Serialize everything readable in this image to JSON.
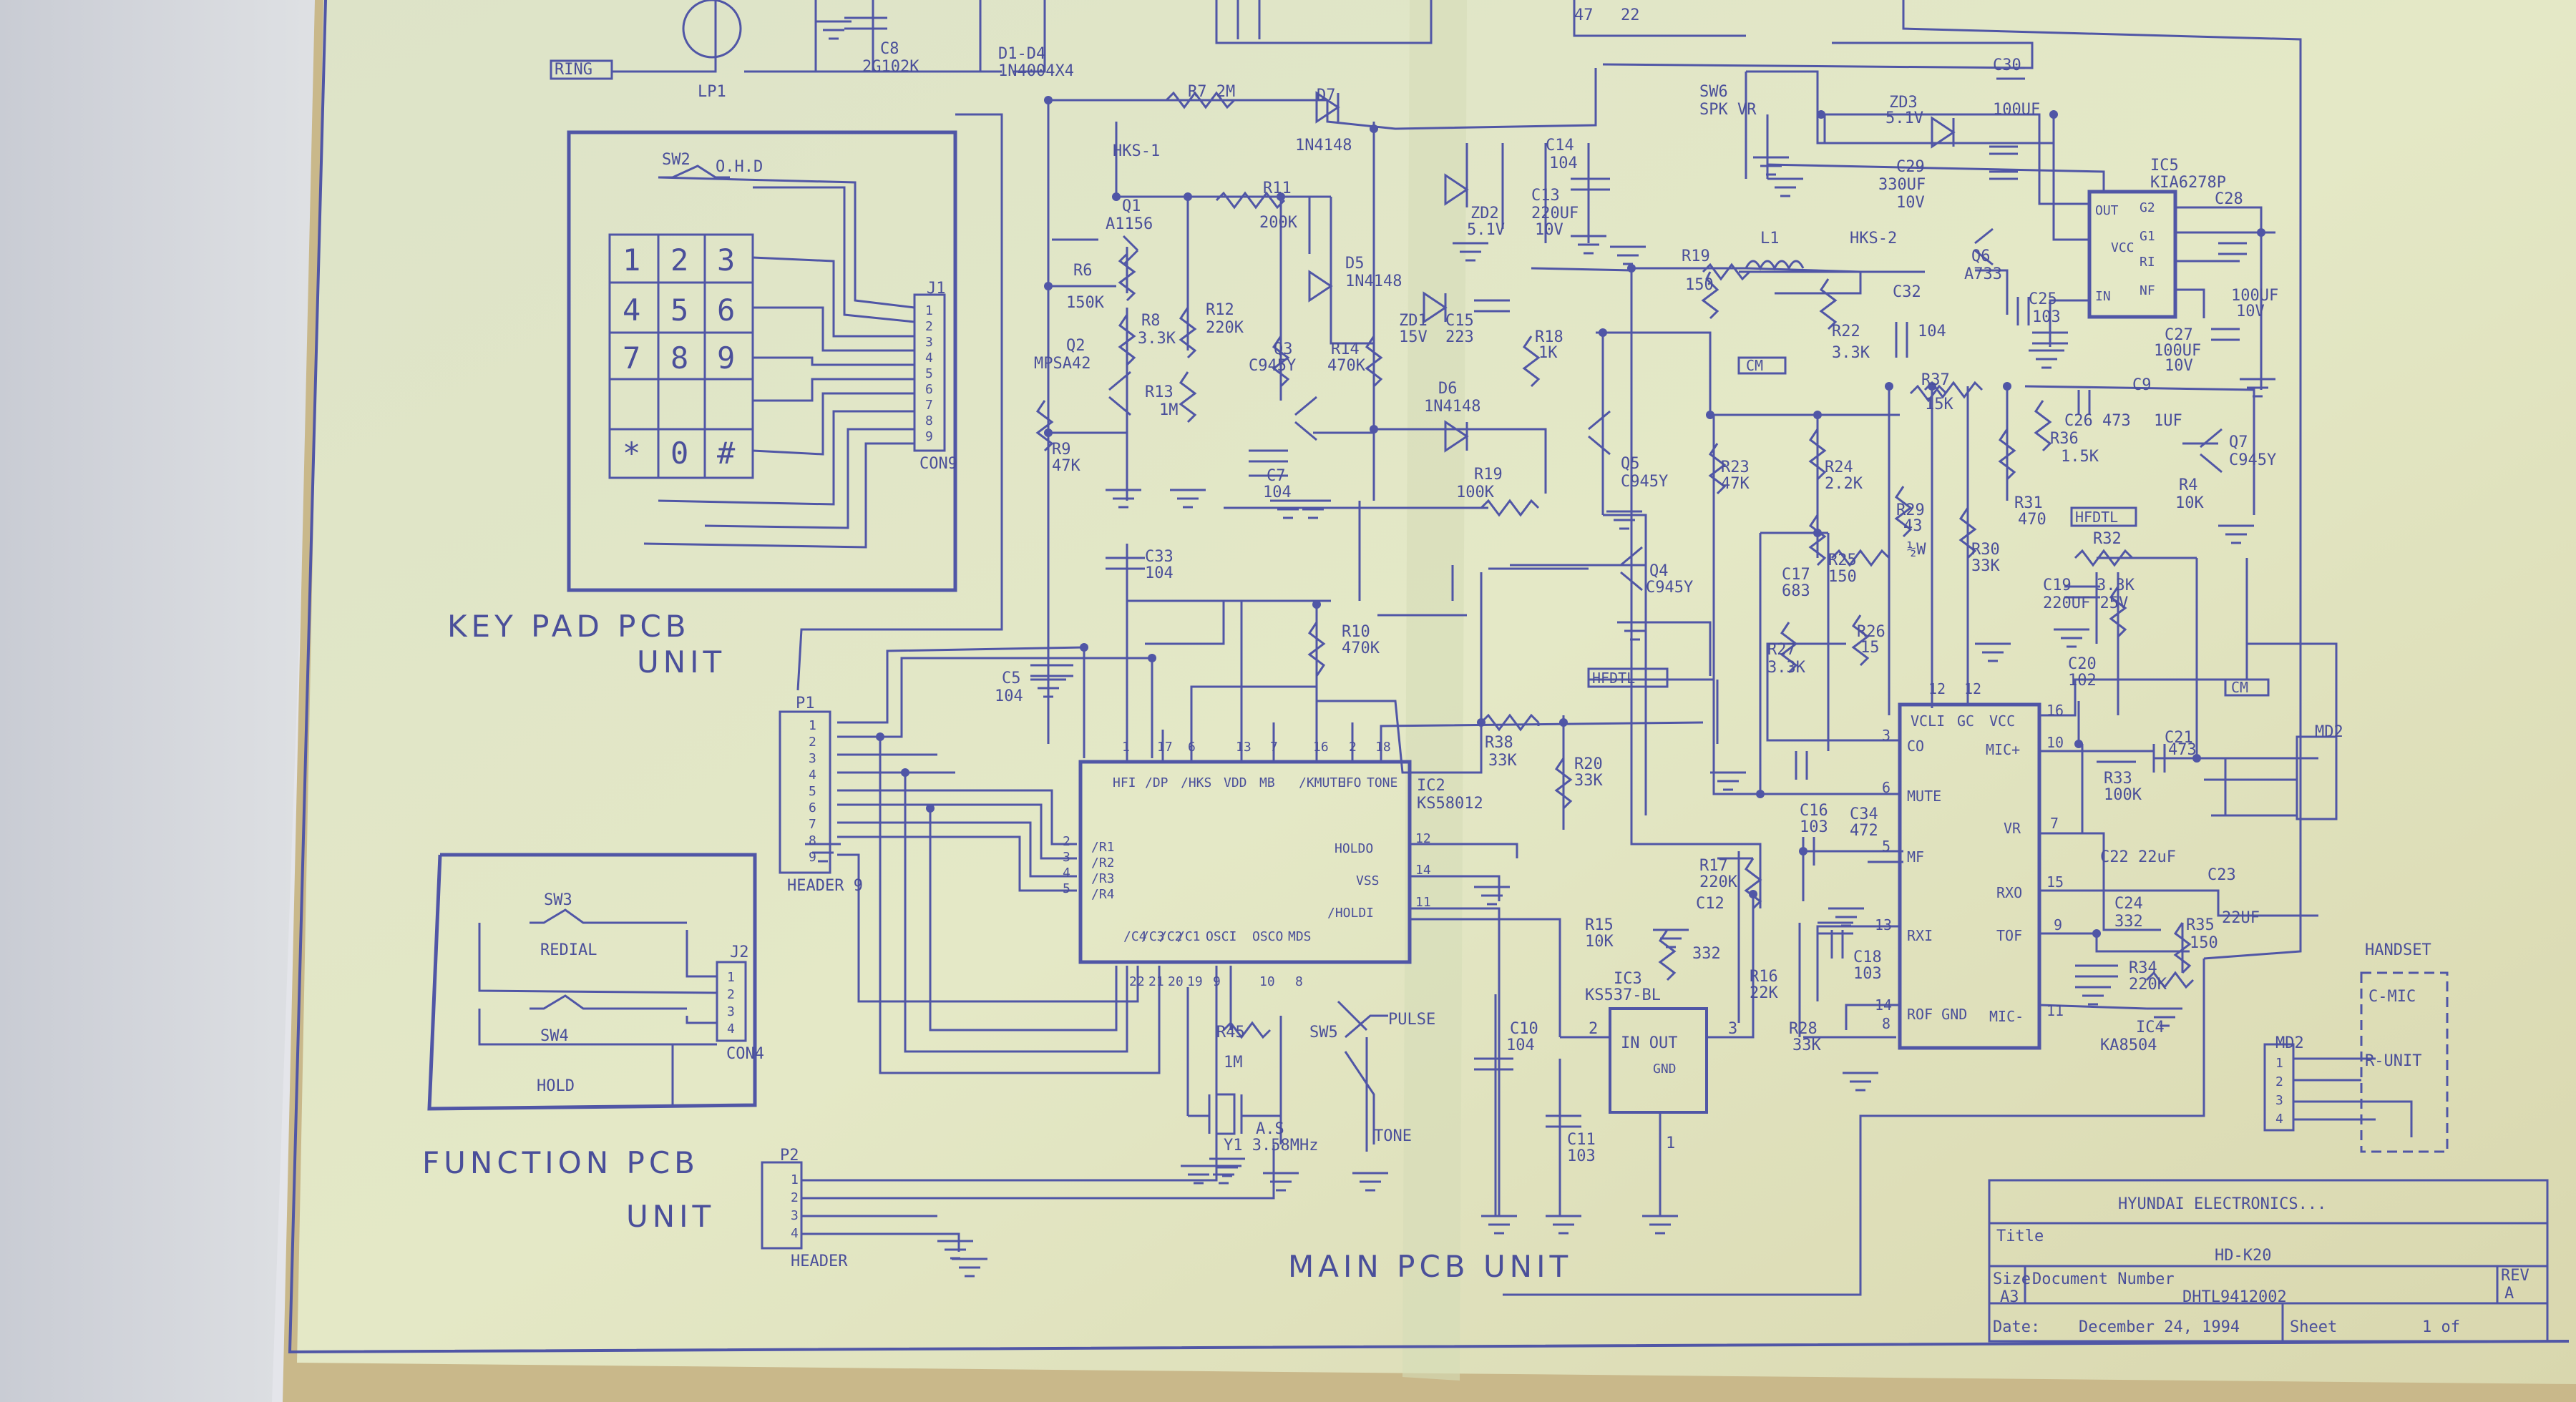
{
  "keypad": {
    "title_line1": "KEY PAD PCB",
    "title_line2": "UNIT",
    "sw_label": "SW2",
    "ohd_label": "O.H.D",
    "connector_label": "J1",
    "connector2_label": "CON9",
    "keys": [
      "1",
      "2",
      "3",
      "4",
      "5",
      "6",
      "7",
      "8",
      "9",
      "*",
      "0",
      "#"
    ],
    "pins": [
      "1",
      "2",
      "3",
      "4",
      "5",
      "6",
      "7",
      "8",
      "9"
    ]
  },
  "function_unit": {
    "title_line1": "FUNCTION PCB",
    "title_line2": "UNIT",
    "sw3_label": "SW3",
    "redial_label": "REDIAL",
    "sw4_label": "SW4",
    "hold_label": "HOLD",
    "connector_label": "J2",
    "connector2_label": "CON4",
    "pins": [
      "1",
      "2",
      "3",
      "4"
    ]
  },
  "main_unit": {
    "title": "MAIN PCB UNIT",
    "header_p1": "P1",
    "header_p1_label": "HEADER 9",
    "header_p2": "P2",
    "header_p2_label": "HEADER",
    "p1_pins": [
      "1",
      "2",
      "3",
      "4",
      "5",
      "6",
      "7",
      "8",
      "9"
    ],
    "p2_pins": [
      "1",
      "2",
      "3",
      "4"
    ]
  },
  "top_labels": {
    "ring": "RING",
    "lp1": "LP1",
    "c8": "C8",
    "c8_val": "2G102K",
    "d1d4": "D1-D4",
    "d1d4_val": "1N4004X4",
    "top_47": "47",
    "top_22": "22"
  },
  "components": {
    "r7": "R7 2M",
    "d7": "D7",
    "d7_val": "1N4148",
    "hks1": "HKS-1",
    "q1": "Q1",
    "q1_val": "A1156",
    "r11": "R11",
    "r11_val": "200K",
    "r6": "R6",
    "r6_val": "150K",
    "r8": "R8",
    "r8_val": "3.3K",
    "r12": "R12",
    "r12_val": "220K",
    "q2": "Q2",
    "q2_val": "MPSA42",
    "r13": "R13",
    "r13_val": "1M",
    "q3": "Q3",
    "q3_val": "C945Y",
    "r14": "R14",
    "r14_val": "470K",
    "r9": "R9",
    "r9_val": "47K",
    "c7": "C7",
    "c7_val": "104",
    "c33": "C33",
    "c33_val": "104",
    "d5": "D5",
    "d5_val": "1N4148",
    "zd1": "ZD1",
    "zd1_val": "15V",
    "c15": "C15",
    "c15_val": "223",
    "r18": "R18",
    "r18_val": "1K",
    "d6": "D6",
    "d6_val": "1N4148",
    "zd2": "ZD2",
    "zd2_val": "5.1V",
    "c13": "C13",
    "c13_val": "220UF",
    "c13_v": "10V",
    "c14": "C14",
    "c14_val": "104",
    "r19a": "R19",
    "r19a_val": "100K",
    "r10": "R10",
    "r10_val": "470K",
    "c5": "C5",
    "c5_val": "104",
    "sw6": "SW6",
    "sw6_val": "SPK VR",
    "c30": "C30",
    "c30_val": "100UF",
    "zd3": "ZD3",
    "zd3_val": "5.1V",
    "c29": "C29",
    "c29_val": "330UF",
    "c29_v": "10V",
    "ic5": "IC5",
    "ic5_val": "KIA6278P",
    "ic5_pins": [
      "OUT",
      "VCC",
      "IN",
      "G2",
      "G1",
      "RI",
      "NF"
    ],
    "c28": "C28",
    "c28_val": "100UF",
    "c28_v": "10V",
    "c27": "C27",
    "c27_val": "100UF",
    "c27_v": "10V",
    "r19b": "R19",
    "r19b_val": "150",
    "l1": "L1",
    "hks2": "HKS-2",
    "q6": "Q6",
    "q6_val": "A733",
    "c32": "C32",
    "c32_val": "104",
    "c25": "C25",
    "c25_val": "103",
    "r22": "R22",
    "r22_val": "3.3K",
    "cm1": "CM",
    "r37": "R37",
    "r37_val": "15K",
    "c26": "C26 473",
    "c9": "C9",
    "c9_val": "1UF",
    "r36": "R36",
    "r36_val": "1.5K",
    "q7": "Q7",
    "q7_val": "C945Y",
    "r4": "R4",
    "r4_val": "10K",
    "q5": "Q5",
    "q5_val": "C945Y",
    "r23": "R23",
    "r23_val": "47K",
    "r24": "R24",
    "r24_val": "2.2K",
    "r29": "R29",
    "r29_val": "43",
    "r29_w": "½W",
    "r31": "R31",
    "r31_val": "470",
    "hfdtl1": "HFDTL",
    "r32": "R32",
    "r32_val": "3.3K",
    "q4": "Q4",
    "q4_val": "C945Y",
    "c17": "C17",
    "c17_val": "683",
    "r25": "R25",
    "r25_val": "150",
    "r30": "R30",
    "r30_val": "33K",
    "c19": "C19",
    "c19_val": "220UF 25V",
    "r26": "R26",
    "r26_val": "15",
    "r27": "R27",
    "r27_val": "3.3K",
    "hfdtl2": "HFDTL",
    "c20": "C20",
    "c20_val": "102",
    "cm2": "CM",
    "r38": "R38",
    "r38_val": "33K",
    "r20": "R20",
    "r20_val": "33K",
    "c16": "C16",
    "c16_val": "103",
    "c34": "C34",
    "c34_val": "472",
    "c21": "C21",
    "c21_val": "473",
    "r33": "R33",
    "r33_val": "100K",
    "c22": "C22 22uF",
    "c23": "C23",
    "c23_val": "22UF",
    "c24": "C24",
    "c24_val": "332",
    "r35": "R35",
    "r35_val": "150",
    "r34": "R34",
    "r34_val": "220K",
    "ic4": "IC4",
    "ic4_val": "KA8504",
    "r17": "R17",
    "r17_val": "220K",
    "c12": "C12",
    "c12_val": "332",
    "r16": "R16",
    "r16_val": "22K",
    "c18": "C18",
    "c18_val": "103",
    "r28": "R28",
    "r28_val": "33K",
    "r15": "R15",
    "r15_val": "10K",
    "ic3": "IC3",
    "ic3_val": "KS537-BL",
    "c10": "C10",
    "c10_val": "104",
    "c11": "C11",
    "c11_val": "103",
    "r45": "R45",
    "r45_val": "1M",
    "sw5": "SW5",
    "pulse": "PULSE",
    "tone": "TONE",
    "xtal": "A.S",
    "xtal_val": "Y1 3.58MHz",
    "ic2": "IC2",
    "ic2_val": "KS58012",
    "md2": "MD2"
  },
  "ic2": {
    "top_pins": [
      "1",
      "17",
      "6",
      "13",
      "7",
      "16",
      "2",
      "18"
    ],
    "top_names": [
      "HFI",
      "/DP",
      "/HKS",
      "VDD",
      "MB",
      "/KMUTE",
      "HFO",
      "TONE"
    ],
    "left_names": [
      "/R1",
      "/R2",
      "/R3",
      "/R4"
    ],
    "left_nums": [
      "2",
      "3",
      "4",
      "5"
    ],
    "right_names": [
      "HOLDO",
      "VSS",
      "/HOLDI"
    ],
    "right_nums": [
      "12",
      "14",
      "11"
    ],
    "bottom_names": [
      "/C4",
      "/C3",
      "/C2",
      "/C1",
      "OSCI",
      "OSCO",
      "MDS"
    ],
    "bottom_nums": [
      "22",
      "21",
      "20",
      "19",
      "9",
      "10",
      "8"
    ]
  },
  "ic4": {
    "top_names": [
      "VCLI",
      "GC",
      "VCC"
    ],
    "top_nums": [
      "12",
      "12"
    ],
    "vcc_num": "16",
    "left_names": [
      "CO",
      "MUTE",
      "MF",
      "RXI",
      "ROF GND"
    ],
    "left_nums": [
      "3",
      "6",
      "5",
      "13",
      "14",
      "8"
    ],
    "right_names": [
      "MIC+",
      "VR",
      "RXO",
      "TOF",
      "MIC-"
    ],
    "right_nums": [
      "10",
      "7",
      "15",
      "9",
      "11"
    ]
  },
  "ic3": {
    "pin_names": "IN OUT",
    "gnd": "GND",
    "in_num": "2",
    "out_num": "3",
    "gnd_num": "1"
  },
  "handset": {
    "label": "HANDSET",
    "cmic": "C-MIC",
    "runit": "R-UNIT",
    "md2": "MD2",
    "md2_pins": [
      "1",
      "2",
      "3",
      "4"
    ]
  },
  "title_block": {
    "company": "HYUNDAI ELECTRONICS...",
    "title_label": "Title",
    "title_value": "HD-K20",
    "size_label": "Size",
    "docnum_label": "Document Number",
    "rev_label": "REV",
    "size_value": "A3",
    "docnum_value": "DHTL9412002",
    "rev_value": "A",
    "date_label": "Date:",
    "date_value": "December 24, 1994",
    "sheet_label": "Sheet",
    "sheet_value": "1 of"
  }
}
